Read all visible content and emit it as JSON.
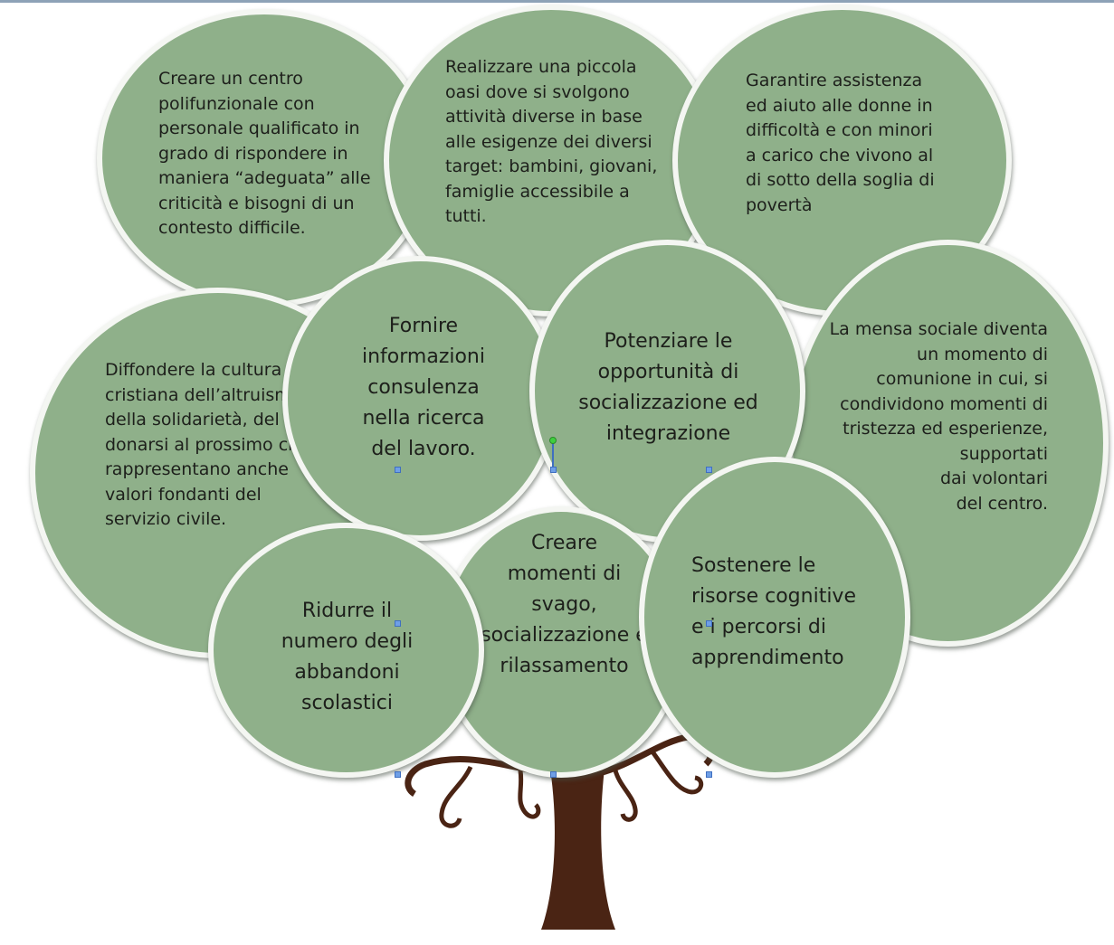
{
  "colors": {
    "bubble_fill": "#8fb08a",
    "bubble_border": "#f4f6f2",
    "trunk": "#4a2414",
    "handle": "#6f9fe6"
  },
  "bubbles": {
    "centro": "Creare un centro\npolifunzionale con\npersonale qualificato in\ngrado di rispondere in\nmaniera “adeguata” alle\ncriticità e bisogni di un\ncontesto difficile.",
    "oasi": "Realizzare una piccola\noasi dove si svolgono\nattività diverse in base\nalle esigenze dei diversi\ntarget: bambini, giovani,\nfamiglie accessibile a\ntutti.",
    "assistenza": "Garantire assistenza\ned aiuto alle donne in\ndifficoltà e con minori\na carico che vivono al\ndi sotto della soglia di\npovertà",
    "cultura": "Diffondere la cultura\ncristiana dell’altruismo\ndella solidarietà, del\ndonarsi al prossimo che\nrappresentano anche\nvalori fondanti del\nservizio civile.",
    "lavoro": "Fornire\ninformazioni\nconsulenza\nnella ricerca\ndel lavoro.",
    "socializzazione": "Potenziare le\nopportunità di\nsocializzazione ed\nintegrazione",
    "mensa": "La mensa sociale diventa\nun momento di\ncomunione in cui, si\ncondividono momenti di\ntristezza ed esperienze,\nsupportati\ndai volontari\ndel centro.",
    "svago": "Creare\nmomenti di\nsvago,\nsocializzazione e\nrilassamento",
    "abbandoni": "Ridurre il\nnumero degli\nabbandoni\nscolastici",
    "risorse": "Sostenere le\nrisorse cognitive\ne i percorsi di\napprendimento"
  }
}
